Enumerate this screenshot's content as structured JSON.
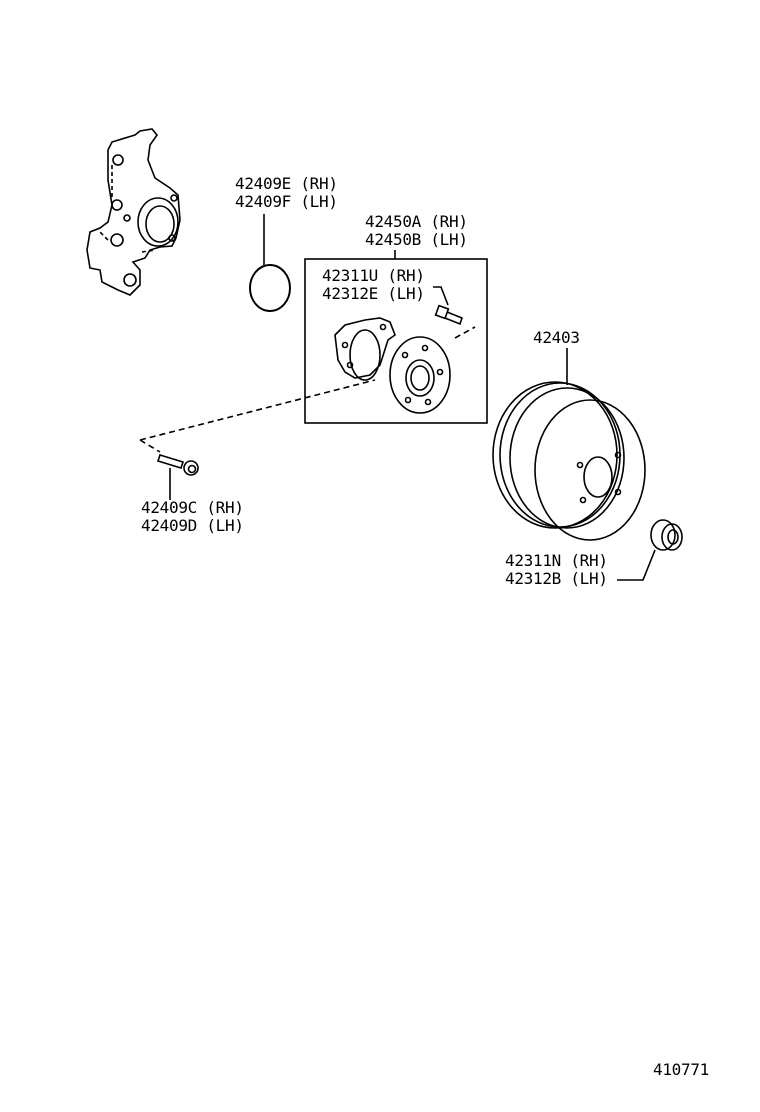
{
  "diagram": {
    "ink_color": "#000000",
    "background_color": "#ffffff",
    "parts": [
      {
        "id": "o-ring",
        "lines": [
          "42409E (RH)",
          "42409F (LH)"
        ]
      },
      {
        "id": "hub-bearing-assembly",
        "lines": [
          "42450A (RH)",
          "42450B (LH)"
        ]
      },
      {
        "id": "hub-bolt",
        "lines": [
          "42311U (RH)",
          "42312E (LH)"
        ]
      },
      {
        "id": "brake-drum",
        "lines": [
          "42403"
        ]
      },
      {
        "id": "mounting-bolt",
        "lines": [
          "42409C (RH)",
          "42409D (LH)"
        ]
      },
      {
        "id": "hub-nut",
        "lines": [
          "42311N (RH)",
          "42312B (LH)"
        ]
      }
    ],
    "figure_number": "410771"
  }
}
